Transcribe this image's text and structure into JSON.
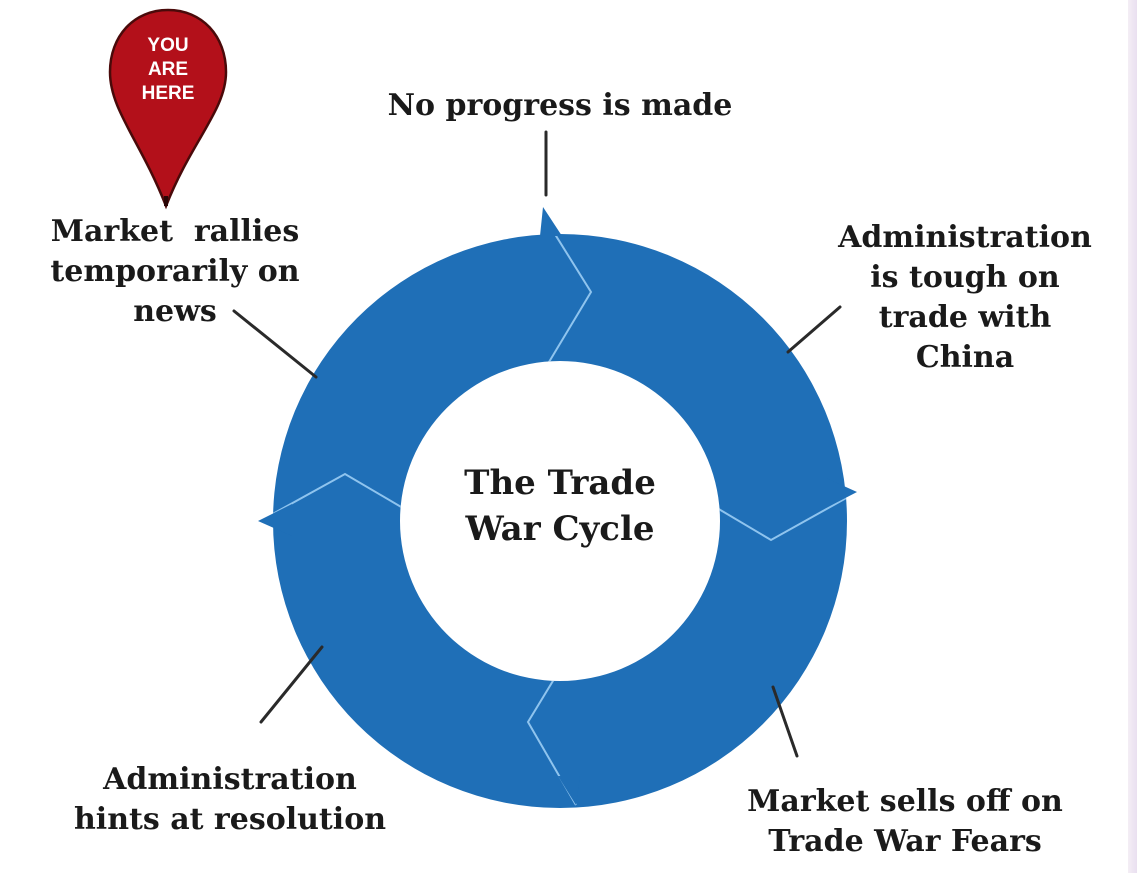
{
  "diagram": {
    "center_title": [
      "The Trade",
      "War Cycle"
    ],
    "marker": {
      "text": [
        "YOU",
        "ARE",
        "HERE"
      ],
      "color": "#b3101a"
    },
    "ring_color": "#1f6fb7",
    "stages": [
      {
        "lines": [
          "No progress is made"
        ]
      },
      {
        "lines": [
          "Administration",
          "is tough on",
          "trade with",
          "China"
        ]
      },
      {
        "lines": [
          "Market sells off on",
          "Trade War Fears"
        ]
      },
      {
        "lines": [
          "Administration",
          "hints at resolution"
        ]
      },
      {
        "lines": [
          "Market  rallies",
          "temporarily on",
          "news"
        ]
      }
    ]
  }
}
